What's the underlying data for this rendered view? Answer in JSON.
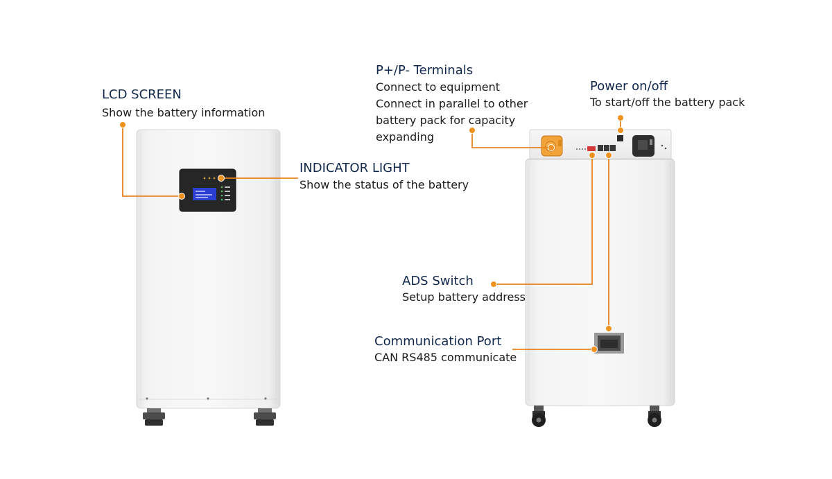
{
  "accent_color": "#e8821e",
  "title_color": "#13284d",
  "annotations": {
    "lcd": {
      "title": "LCD SCREEN",
      "desc": "Show the battery information"
    },
    "indicator": {
      "title": "INDICATOR LIGHT",
      "desc": "Show the status of the battery"
    },
    "terminals": {
      "title": "P+/P- Terminals",
      "desc_lines": [
        "Connect to equipment",
        "Connect in parallel to other",
        "battery pack for capacity",
        "expanding"
      ]
    },
    "power": {
      "title": "Power on/off",
      "desc": "To start/off the battery pack"
    },
    "ads": {
      "title": "ADS Switch",
      "desc": "Setup battery address"
    },
    "comm": {
      "title": "Communication Port",
      "desc": "CAN RS485 communicate"
    }
  }
}
